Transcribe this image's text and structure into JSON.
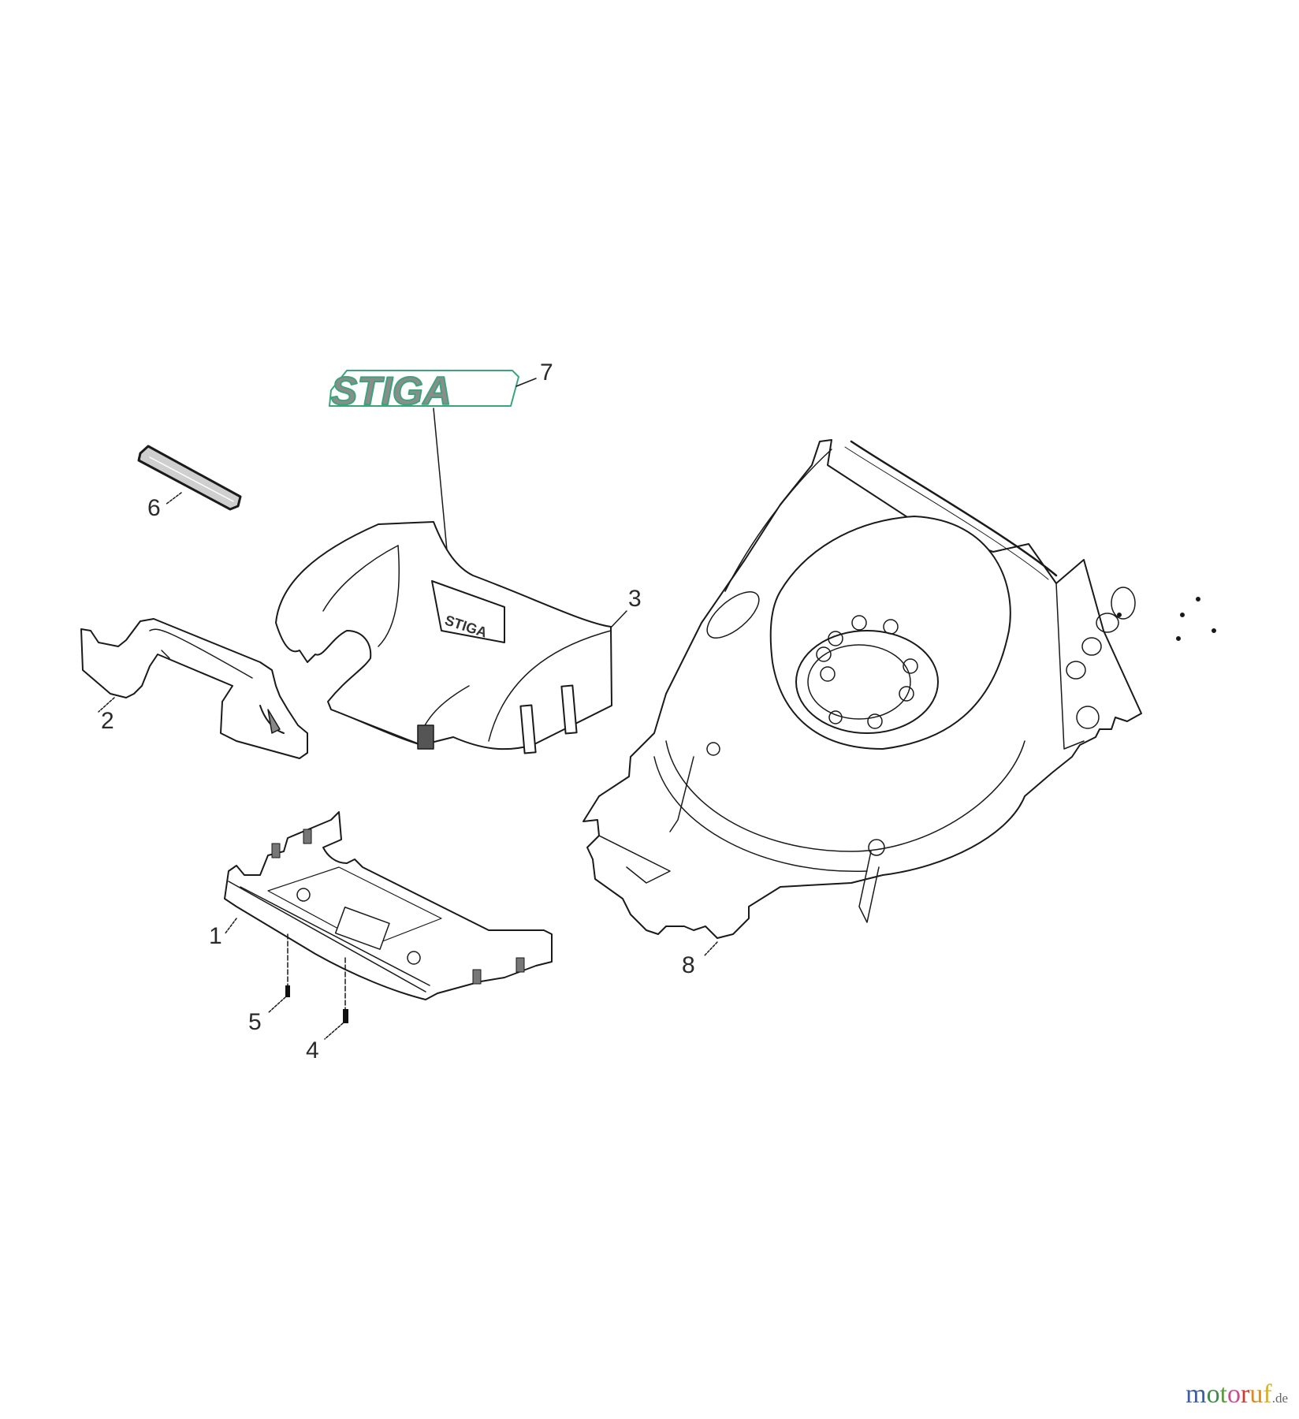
{
  "diagram": {
    "type": "exploded-parts-diagram",
    "brand_logo": "STIGA",
    "parts": [
      {
        "number": "1",
        "name": "lower-cover"
      },
      {
        "number": "2",
        "name": "handle-bracket"
      },
      {
        "number": "3",
        "name": "top-cover"
      },
      {
        "number": "4",
        "name": "screw"
      },
      {
        "number": "5",
        "name": "screw"
      },
      {
        "number": "6",
        "name": "badge-strip"
      },
      {
        "number": "7",
        "name": "stiga-decal"
      },
      {
        "number": "8",
        "name": "mower-deck"
      }
    ]
  },
  "labels": {
    "l1": "1",
    "l2": "2",
    "l3": "3",
    "l4": "4",
    "l5": "5",
    "l6": "6",
    "l7": "7",
    "l8": "8"
  },
  "logo": {
    "text": "STIGA",
    "fill": "#8c8c8c",
    "outline": "#3aa57a"
  },
  "watermark": {
    "letters": [
      {
        "ch": "m",
        "color": "#3b5ea8"
      },
      {
        "ch": "o",
        "color": "#3e8a4a"
      },
      {
        "ch": "t",
        "color": "#5a9e3a"
      },
      {
        "ch": "o",
        "color": "#c94f8c"
      },
      {
        "ch": "r",
        "color": "#d0392f"
      },
      {
        "ch": "u",
        "color": "#e08a1e"
      },
      {
        "ch": "f",
        "color": "#d9b21f"
      }
    ],
    "tld": ".de"
  }
}
